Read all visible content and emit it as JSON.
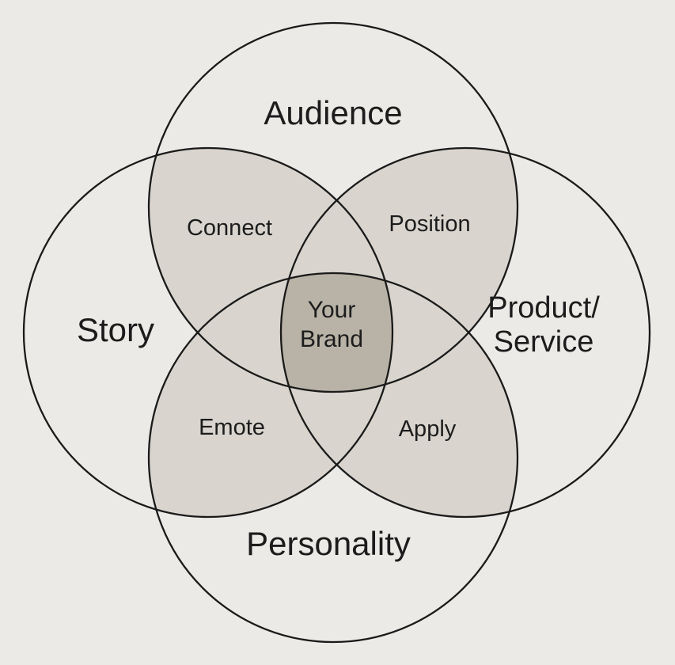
{
  "diagram": {
    "type": "venn-4",
    "colors": {
      "background": "#eceae7",
      "stroke": "#1a1a1a",
      "overlap": "#d9d5ce",
      "center": "#b9b3a7",
      "center_text": "#fbfaf8"
    },
    "circles": [
      {
        "id": "audience",
        "label": "Audience"
      },
      {
        "id": "story",
        "label": "Story"
      },
      {
        "id": "product",
        "label_line1": "Product/",
        "label_line2": "Service"
      },
      {
        "id": "personality",
        "label": "Personality"
      }
    ],
    "overlaps": [
      {
        "id": "connect",
        "label": "Connect",
        "between": "audience-story"
      },
      {
        "id": "position",
        "label": "Position",
        "between": "audience-product"
      },
      {
        "id": "emote",
        "label": "Emote",
        "between": "story-personality"
      },
      {
        "id": "apply",
        "label": "Apply",
        "between": "personality-product"
      }
    ],
    "center": {
      "label_line1": "Your",
      "label_line2": "Brand"
    }
  }
}
